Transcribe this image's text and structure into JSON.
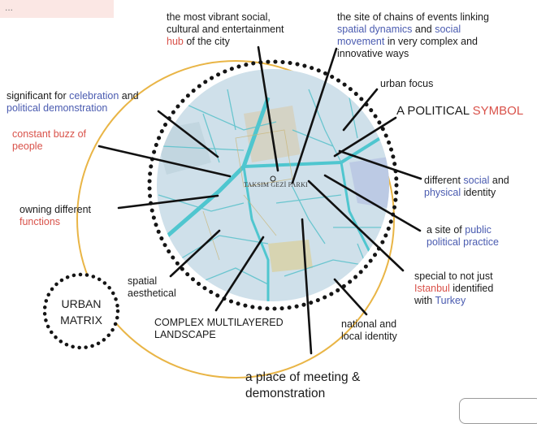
{
  "header_tag": "...",
  "map_label": "TAKSIM GEZİ PARKI",
  "labels": {
    "vibrant": {
      "pre": "the most vibrant social, cultural and entertainment ",
      "hl": "hub",
      "post": " of the city"
    },
    "chains": {
      "pre": "the site of chains of events linking ",
      "hl1": "spatial dynamics",
      "mid": " and ",
      "hl2": "social movement",
      "post": " in very complex and innovative ways"
    },
    "urban_focus": "urban focus",
    "political_symbol": {
      "pre": "A POLITICAL ",
      "hl": "SYMBOL"
    },
    "celebration": {
      "pre": "significant for ",
      "hl": "celebration",
      "mid": " and ",
      "hl2": "political demonstration"
    },
    "buzz": "constant buzz of people",
    "identity": {
      "pre": "different ",
      "hl1": "social",
      "mid": " and ",
      "hl2": "physical",
      "post": " identity"
    },
    "functions": {
      "pre": "owning different ",
      "hl": "functions"
    },
    "public": {
      "pre": "a site of ",
      "hl": "public political practice"
    },
    "spatial": "spatial aesthetical",
    "complex": "COMPLEX MULTILAYERED LANDSCAPE",
    "national": "national and local identity",
    "special": {
      "pre": "special to not just ",
      "hl1": "Istanbul",
      "mid": " identified with ",
      "hl2": "Turkey"
    },
    "meeting": "a place of meeting & demonstration",
    "urban_matrix": "URBAN MATRIX"
  },
  "colors": {
    "map_fill": "#cfe0ea",
    "road": "#4fc6cf",
    "orange_ring": "#e9b546",
    "dotted": "#151515",
    "blue_accent": "#4a5bb0",
    "red_accent": "#d9524a"
  }
}
